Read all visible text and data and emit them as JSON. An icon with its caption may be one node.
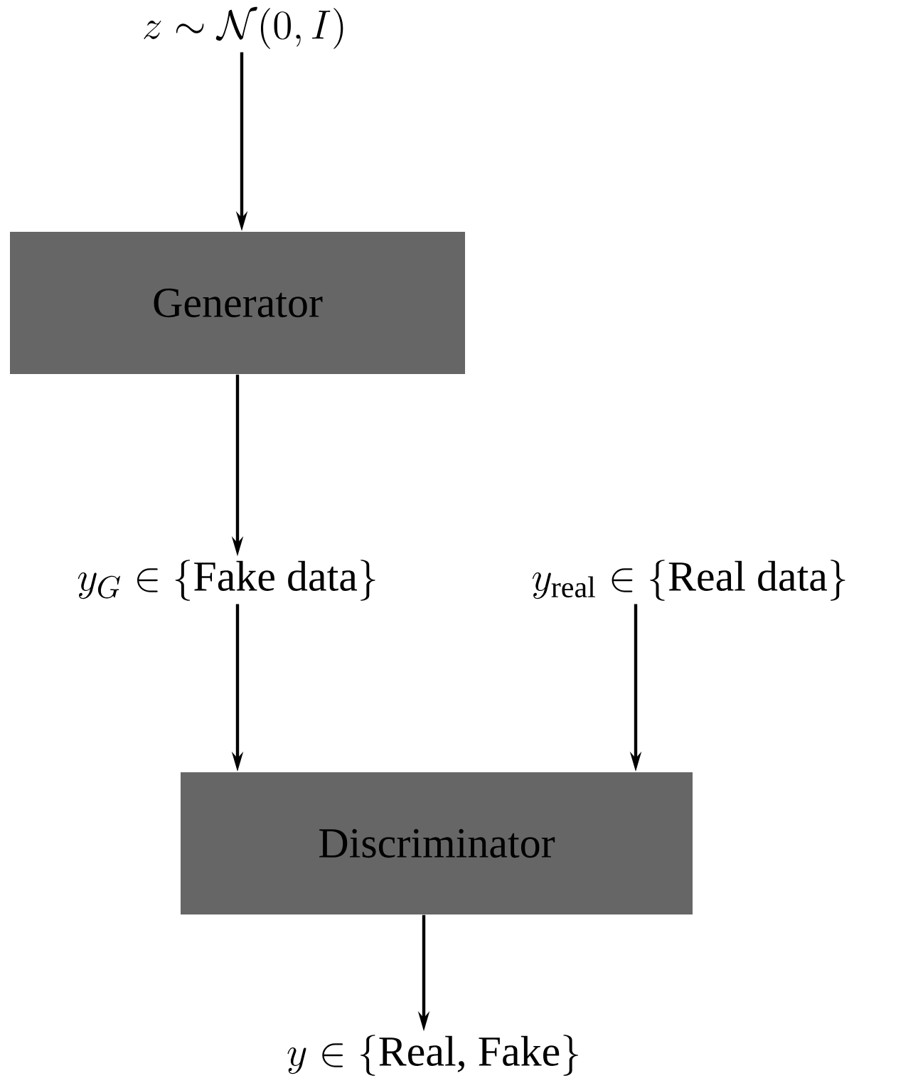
{
  "diagram": {
    "nodes": [
      {
        "text": [
          "z \\sim \\mathcal{N}(0, I)"
        ]
      },
      {
        "text": [
          "Generator"
        ]
      },
      {
        "text": [
          "y_G \\in \\{\\text{Fake data}\\}"
        ]
      },
      {
        "text": [
          "y_{\\text{real}} \\in \\{\\text{Real data}\\}"
        ]
      },
      {
        "text": [
          "Discriminator"
        ]
      },
      {
        "text": [
          "y \\in \\{\\text{Real, Fake}\\}"
        ]
      }
    ],
    "edges": [
      {
        "from": 0,
        "to": 1,
        "arrow": "to"
      },
      {
        "from": 1,
        "to": 2,
        "arrow": "to"
      },
      {
        "from": 2,
        "to": 4,
        "arrow": "to"
      },
      {
        "from": 3,
        "to": 4,
        "arrow": "to"
      },
      {
        "from": 4,
        "to": 5,
        "arrow": "to"
      }
    ]
  }
}
